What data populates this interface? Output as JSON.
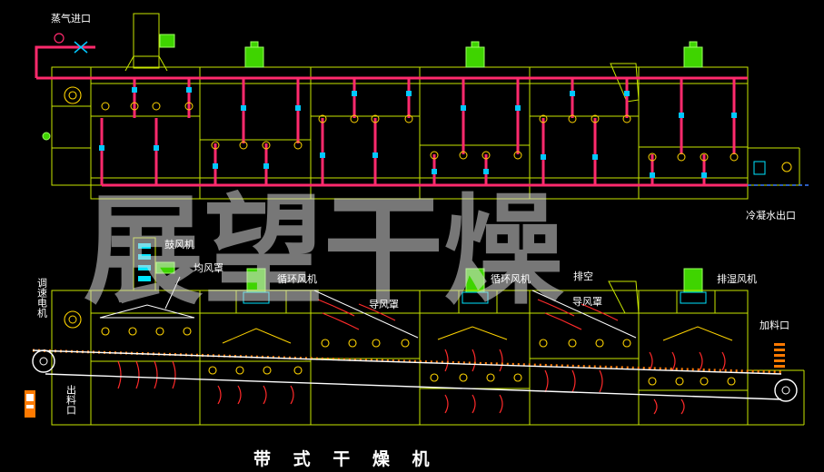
{
  "labels": {
    "steam_inlet": "蒸气进口",
    "condensate_outlet": "冷凝水出口",
    "blower": "鼓风机",
    "distribution_hood": "均风罩",
    "circulation_fan_1": "循环风机",
    "circulation_fan_2": "循环风机",
    "air_guide_hood_1": "导风罩",
    "air_guide_hood_2": "导风罩",
    "exhaust": "排空",
    "dehumidify_fan": "排湿风机",
    "speed_motor": "调速电机",
    "feed_inlet": "加料口",
    "discharge_outlet": "出料口"
  },
  "title": "带 式 干 燥 机",
  "watermark": "展望干燥",
  "colors": {
    "frame": "#c8e600",
    "steam_pipe": "#ff2a6d",
    "belt": "#ffffff",
    "chain": "#ff7a00",
    "roller": "#ffd400",
    "fan": "#3fd400",
    "heat": "#ff2a2a"
  }
}
